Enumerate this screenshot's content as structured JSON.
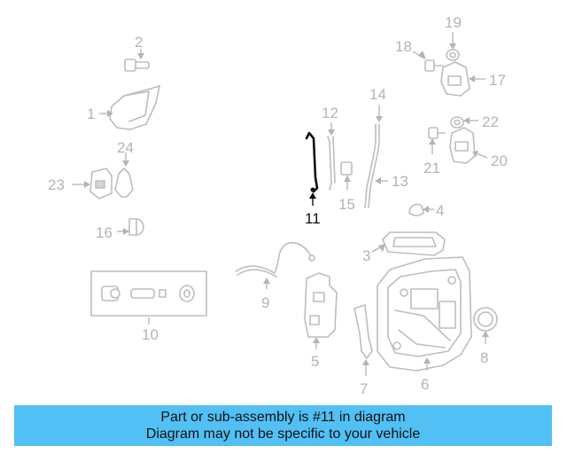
{
  "diagram": {
    "highlighted_part": "11",
    "callouts": {
      "c1": "1",
      "c2": "2",
      "c3": "3",
      "c4": "4",
      "c5": "5",
      "c6": "6",
      "c7": "7",
      "c8": "8",
      "c9": "9",
      "c10": "10",
      "c11": "11",
      "c12": "12",
      "c13": "13",
      "c14": "14",
      "c15": "15",
      "c16": "16",
      "c17": "17",
      "c18": "18",
      "c19": "19",
      "c20": "20",
      "c21": "21",
      "c22": "22",
      "c23": "23",
      "c24": "24"
    },
    "colors": {
      "line": "#bdbdbd",
      "label": "#b4b4b4",
      "highlight": "#111111",
      "banner": "#52c0f4"
    }
  },
  "banner": {
    "line1": "Part or sub-assembly is #11 in diagram",
    "line2": "Diagram may not be specific to your vehicle"
  }
}
